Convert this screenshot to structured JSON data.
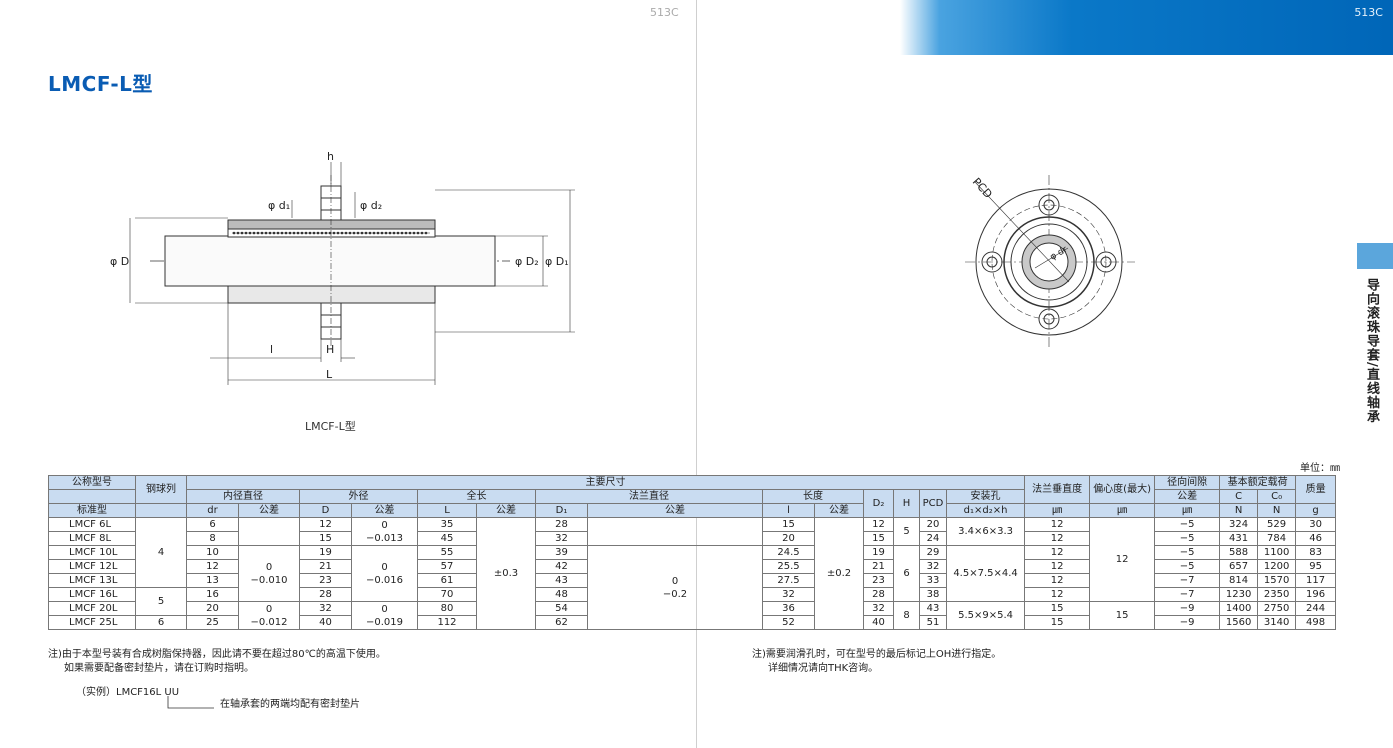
{
  "header": {
    "page_left": "513C",
    "page_right": "513C"
  },
  "title": "LMCF-L型",
  "figure_caption": "LMCF-L型",
  "side_label": "导向滚珠导套/直线轴承",
  "unit": "单位：㎜",
  "diagram_labels": {
    "h": "h",
    "d1": "φ d₁",
    "d2": "φ d₂",
    "D": "φ D",
    "D2": "φ D₂",
    "D1": "φ D₁",
    "l": "l",
    "H": "H",
    "L": "L",
    "PCD": "PCD",
    "dr": "φ dr"
  },
  "table": {
    "headers": {
      "model": "公称型号",
      "model_std": "标准型",
      "balls": "钢球列",
      "main_dims": "主要尺寸",
      "inner_dia": "内径直径",
      "dr": "dr",
      "tol1": "公差",
      "outer_dia": "外径",
      "D": "D",
      "tol2": "公差",
      "total_len": "全长",
      "L": "L",
      "tol3": "公差",
      "flange_dia": "法兰直径",
      "D1": "D₁",
      "tol4": "公差",
      "length": "长度",
      "l": "l",
      "tol5": "公差",
      "D2": "D₂",
      "H": "H",
      "PCD": "PCD",
      "mount_hole": "安装孔",
      "mount_sub": "d₁×d₂×h",
      "flange_perp": "法兰垂直度",
      "flange_perp_unit": "㎛",
      "ecc": "偏心度(最大)",
      "ecc_unit": "㎛",
      "radial": "径向间隙",
      "radial_tol": "公差",
      "radial_unit": "㎛",
      "load": "基本额定载荷",
      "C": "C",
      "C_unit": "N",
      "C0": "C₀",
      "C0_unit": "N",
      "mass": "质量",
      "mass_unit": "g"
    },
    "rows": [
      {
        "model": "LMCF 6L",
        "dr": "6",
        "D": "12",
        "L": "35",
        "D1": "28",
        "l": "15",
        "D2": "12",
        "PCD": "20",
        "perp": "12",
        "radial": "−5",
        "C": "324",
        "C0": "529",
        "mass": "30"
      },
      {
        "model": "LMCF 8L",
        "dr": "8",
        "D": "15",
        "L": "45",
        "D1": "32",
        "l": "20",
        "D2": "15",
        "PCD": "24",
        "perp": "12",
        "radial": "−5",
        "C": "431",
        "C0": "784",
        "mass": "46"
      },
      {
        "model": "LMCF 10L",
        "dr": "10",
        "D": "19",
        "L": "55",
        "D1": "39",
        "l": "24.5",
        "D2": "19",
        "PCD": "29",
        "perp": "12",
        "radial": "−5",
        "C": "588",
        "C0": "1100",
        "mass": "83"
      },
      {
        "model": "LMCF 12L",
        "dr": "12",
        "D": "21",
        "L": "57",
        "D1": "42",
        "l": "25.5",
        "D2": "21",
        "PCD": "32",
        "perp": "12",
        "radial": "−5",
        "C": "657",
        "C0": "1200",
        "mass": "95"
      },
      {
        "model": "LMCF 13L",
        "dr": "13",
        "D": "23",
        "L": "61",
        "D1": "43",
        "l": "27.5",
        "D2": "23",
        "PCD": "33",
        "perp": "12",
        "radial": "−7",
        "C": "814",
        "C0": "1570",
        "mass": "117"
      },
      {
        "model": "LMCF 16L",
        "dr": "16",
        "D": "28",
        "L": "70",
        "D1": "48",
        "l": "32",
        "D2": "28",
        "PCD": "38",
        "perp": "12",
        "radial": "−7",
        "C": "1230",
        "C0": "2350",
        "mass": "196"
      },
      {
        "model": "LMCF 20L",
        "dr": "20",
        "D": "32",
        "L": "80",
        "D1": "54",
        "l": "36",
        "D2": "32",
        "PCD": "43",
        "perp": "15",
        "radial": "−9",
        "C": "1400",
        "C0": "2750",
        "mass": "244"
      },
      {
        "model": "LMCF 25L",
        "dr": "25",
        "D": "40",
        "L": "112",
        "D1": "62",
        "l": "52",
        "D2": "40",
        "PCD": "51",
        "perp": "15",
        "radial": "−9",
        "C": "1560",
        "C0": "3140",
        "mass": "498"
      }
    ],
    "merged": {
      "balls_4": "4",
      "balls_5": "5",
      "balls_6": "6",
      "dr_tol_a_top": "0",
      "dr_tol_a_bot": "−0.010",
      "dr_tol_b_top": "0",
      "dr_tol_b_bot": "−0.012",
      "D_tol_a_top": "0",
      "D_tol_a_bot": "−0.013",
      "D_tol_b_top": "0",
      "D_tol_b_bot": "−0.016",
      "D_tol_c_top": "0",
      "D_tol_c_bot": "−0.019",
      "L_tol": "±0.3",
      "D1_tol_top": "0",
      "D1_tol_bot": "−0.2",
      "l_tol": "±0.2",
      "H_a": "5",
      "H_b": "6",
      "H_c": "8",
      "hole_a": "3.4×6×3.3",
      "hole_b": "4.5×7.5×4.4",
      "hole_c": "5.5×9×5.4",
      "ecc_a": "12",
      "ecc_b": "15"
    }
  },
  "notes_left": {
    "line1": "注)由于本型号装有合成树脂保持器，因此请不要在超过80℃的高温下使用。",
    "line2": "如果需要配备密封垫片，请在订购时指明。",
    "example": "（实例）LMCF16L UU",
    "example_note": "在轴承套的两端均配有密封垫片"
  },
  "notes_right": {
    "line1": "注)需要润滑孔时，可在型号的最后标记上OH进行指定。",
    "line2": "详细情况请向THK咨询。"
  }
}
